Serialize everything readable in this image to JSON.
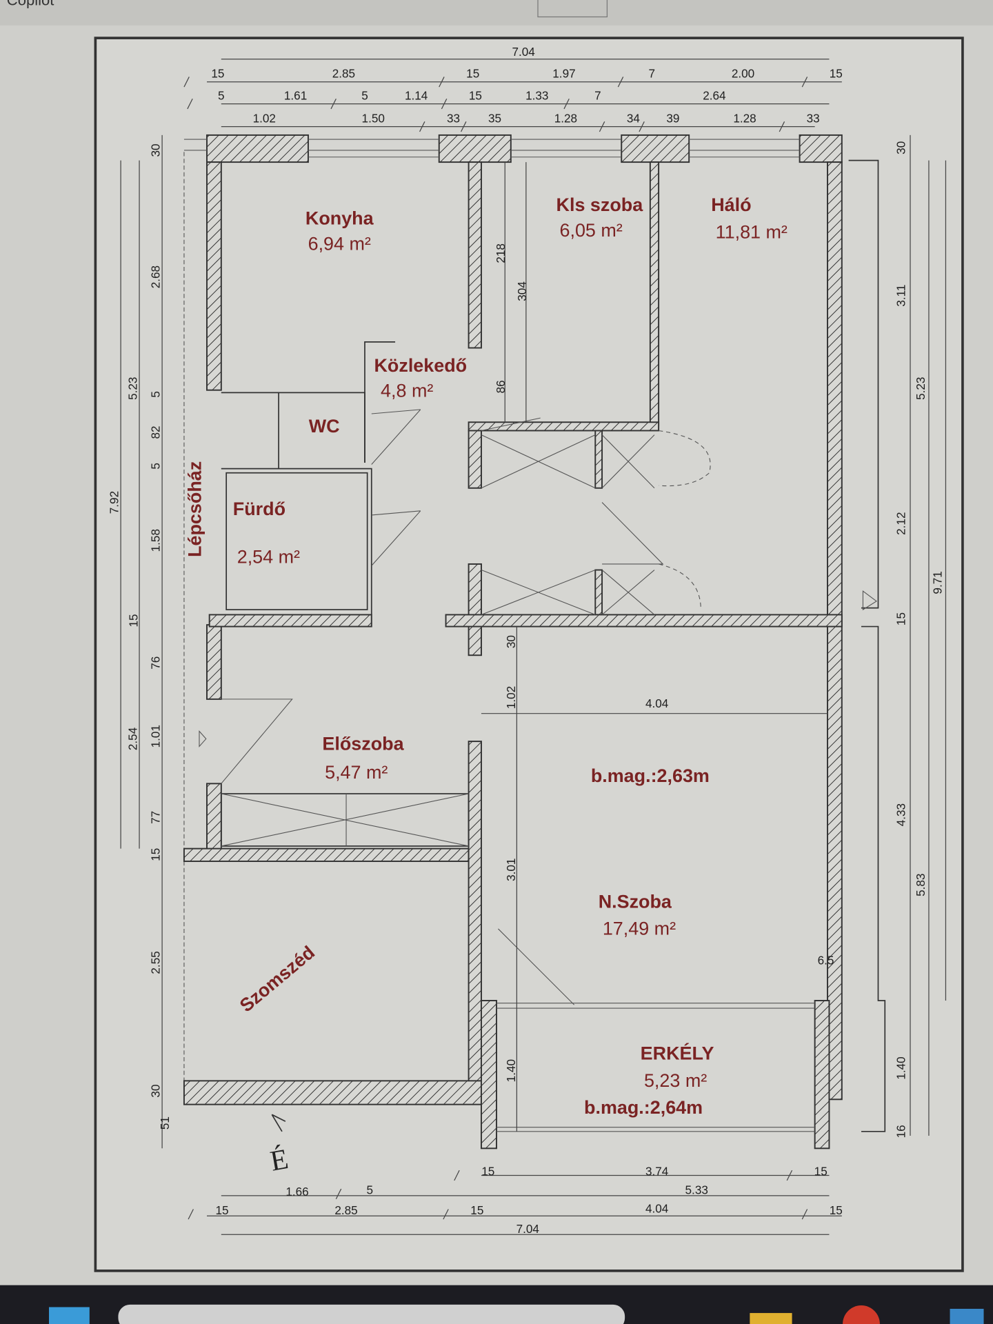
{
  "screen": {
    "app_title_fragment": "Copilot"
  },
  "rooms": {
    "konyha": {
      "name": "Konyha",
      "area": "6,94 m²"
    },
    "kis_szoba": {
      "name": "Kls szoba",
      "area": "6,05 m²"
    },
    "halo": {
      "name": "Háló",
      "area": "11,81 m²"
    },
    "kozlekedo": {
      "name": "Közlekedő",
      "area": "4,8 m²"
    },
    "wc": {
      "name": "WC"
    },
    "furdo": {
      "name": "Fürdő",
      "area": "2,54 m²"
    },
    "lepcsohaz": {
      "name": "Lépcsőház"
    },
    "eloszoba": {
      "name": "Előszoba",
      "area": "5,47 m²"
    },
    "n_szoba": {
      "name": "N.Szoba",
      "area": "17,49 m²",
      "height": "b.mag.:2,63m"
    },
    "erkely": {
      "name": "ERKÉLY",
      "area": "5,23 m²",
      "height": "b.mag.:2,64m"
    },
    "szomszed": {
      "name": "Szomszéd"
    }
  },
  "north_label": "É",
  "dims": {
    "top": [
      "7.04",
      "15",
      "2.85",
      "15",
      "1.97",
      "7",
      "2.00",
      "15",
      "5",
      "1.61",
      "5",
      "1.14",
      "15",
      "1.33",
      "7",
      "2.64",
      "1.02",
      "1.50",
      "33",
      "35",
      "1.28",
      "34",
      "39",
      "1.28",
      "33"
    ],
    "bottom": [
      "15",
      "3.74",
      "15",
      "1.66",
      "5",
      "5.33",
      "15",
      "2.85",
      "15",
      "4.04",
      "15",
      "7.04"
    ],
    "left": [
      "7.92",
      "5.23",
      "2.54",
      "30",
      "2.68",
      "5",
      "82",
      "5",
      "1.58",
      "15",
      "76",
      "1.01",
      "77",
      "15",
      "2.55",
      "30",
      "51"
    ],
    "right": [
      "30",
      "3.11",
      "2.12",
      "15",
      "4.33",
      "1.40",
      "16",
      "5.23",
      "5.83",
      "9.71"
    ],
    "inner": [
      "218",
      "304",
      "86",
      "30",
      "1.02",
      "4.04",
      "3.01",
      "1.40",
      "6.5"
    ]
  }
}
